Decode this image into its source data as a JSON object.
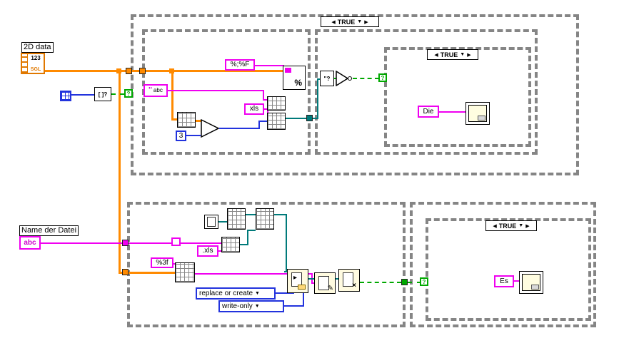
{
  "colors": {
    "numeric_wire": "#ff8a00",
    "string_wire": "#f000f0",
    "integer_wire": "#2233dd",
    "path_wire": "#007a7a",
    "boolean_wire": "#00a800",
    "structure_border": "#858585"
  },
  "labels": {
    "data_2d": "2D data",
    "file_name": "Name der Datei"
  },
  "terminals": {
    "numeric_2d": {
      "digits": "123",
      "type": "SGL"
    },
    "string_control": "abc"
  },
  "constants": {
    "format_top": "%;%F",
    "xls_top": "xls",
    "number_3": "3",
    "empty_string": {
      "quotes": "''",
      "type_label": "abc"
    },
    "dialog_top_text": "Die",
    "format_bottom": "%3f",
    "xls_bottom": ".xls",
    "dialog_bottom_text": "Es"
  },
  "enums": {
    "open_operation": "replace or create",
    "file_access": "write-only"
  },
  "cases": {
    "top": "TRUE",
    "top_inner": "TRUE",
    "bottom": "TRUE"
  },
  "icons": {
    "selector_left": "◀",
    "selector_right": "▶",
    "selector_down": "▼",
    "dropdown_arrow": "▼",
    "question_mark": "?",
    "empty_array_check": "[ ]?",
    "empty_string_check": "''?",
    "format_percent": "%",
    "open_file": "▸",
    "write_file": "✎",
    "close_file": "×"
  }
}
